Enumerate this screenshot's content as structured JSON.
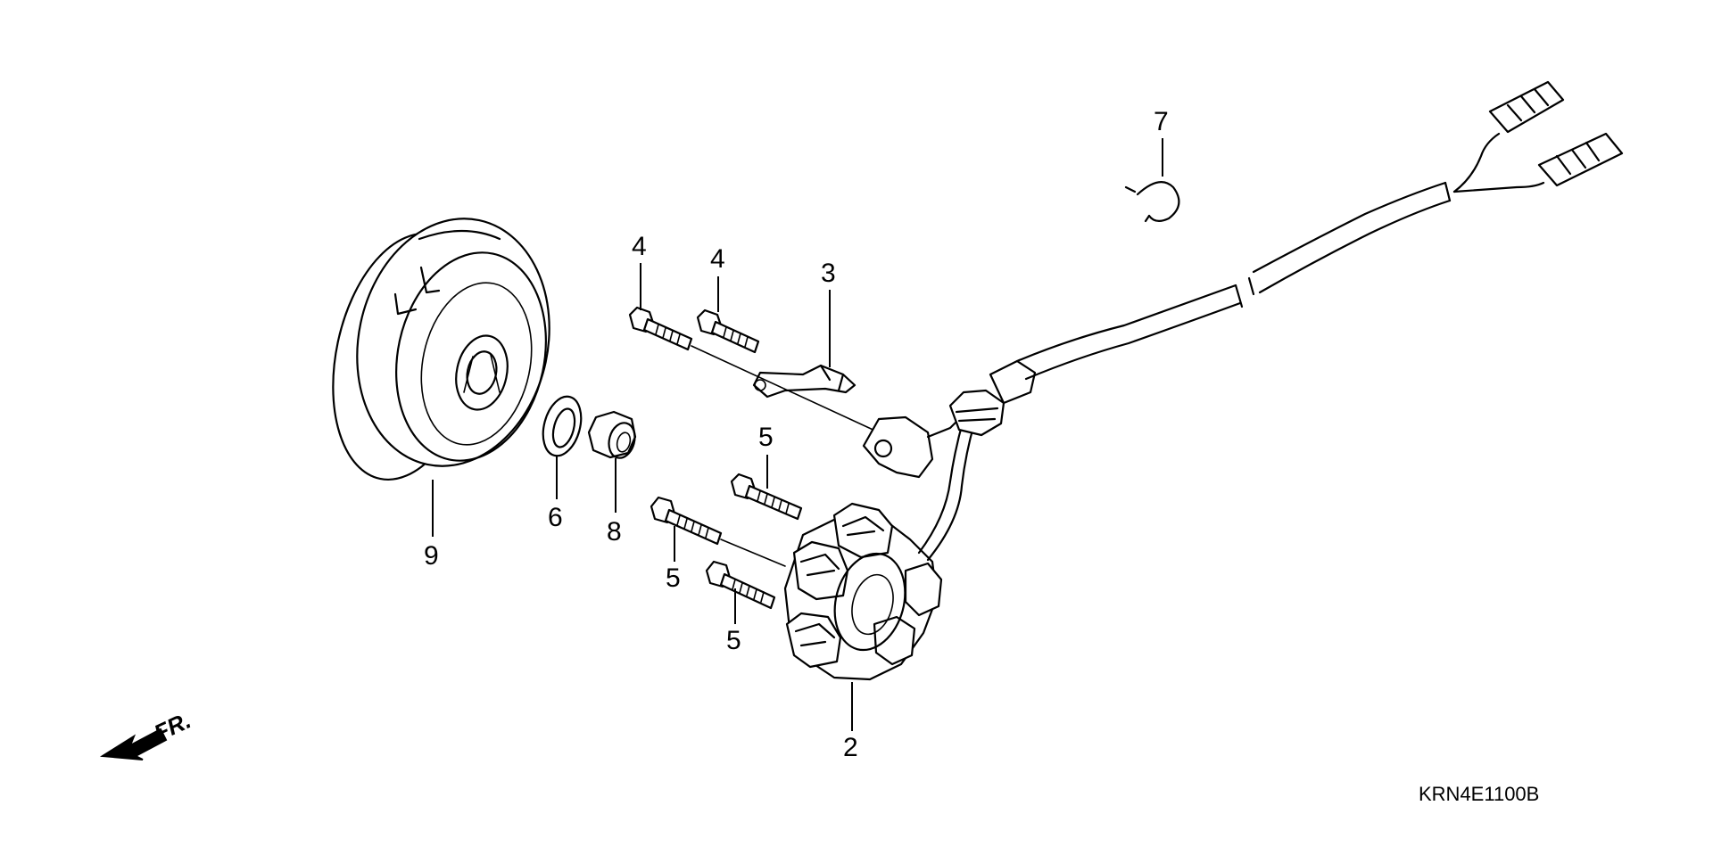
{
  "diagram": {
    "drawing_code": "KRN4E1100B",
    "direction_label": "FR.",
    "parts": [
      {
        "ref": "2",
        "name": "stator"
      },
      {
        "ref": "3",
        "name": "wire-clamp"
      },
      {
        "ref": "4",
        "name": "flange-bolt"
      },
      {
        "ref": "4",
        "name": "flange-bolt"
      },
      {
        "ref": "5",
        "name": "stator-bolt"
      },
      {
        "ref": "5",
        "name": "stator-bolt"
      },
      {
        "ref": "5",
        "name": "stator-bolt"
      },
      {
        "ref": "6",
        "name": "washer"
      },
      {
        "ref": "7",
        "name": "clip"
      },
      {
        "ref": "8",
        "name": "flywheel-nut"
      },
      {
        "ref": "9",
        "name": "flywheel"
      }
    ]
  }
}
